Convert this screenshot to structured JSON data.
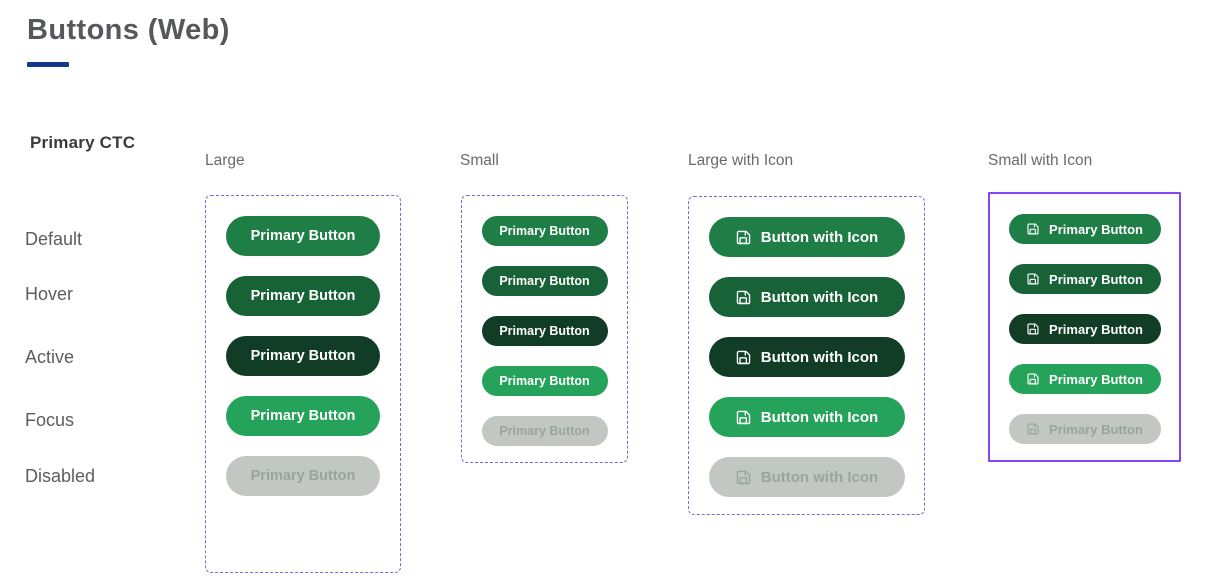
{
  "page": {
    "title": "Buttons (Web)"
  },
  "section": {
    "label": "Primary CTC"
  },
  "rows": [
    "Default",
    "Hover",
    "Active",
    "Focus",
    "Disabled"
  ],
  "columns": [
    {
      "header": "Large",
      "selected": false,
      "buttons": [
        {
          "state": "Default",
          "label": "Primary Button"
        },
        {
          "state": "Hover",
          "label": "Primary Button"
        },
        {
          "state": "Active",
          "label": "Primary Button"
        },
        {
          "state": "Focus",
          "label": "Primary Button"
        },
        {
          "state": "Disabled",
          "label": "Primary Button"
        }
      ]
    },
    {
      "header": "Small",
      "selected": false,
      "buttons": [
        {
          "state": "Default",
          "label": "Primary Button"
        },
        {
          "state": "Hover",
          "label": "Primary Button"
        },
        {
          "state": "Active",
          "label": "Primary Button"
        },
        {
          "state": "Focus",
          "label": "Primary Button"
        },
        {
          "state": "Disabled",
          "label": "Primary Button"
        }
      ]
    },
    {
      "header": "Large with Icon",
      "selected": false,
      "icon": "save-icon",
      "buttons": [
        {
          "state": "Default",
          "label": "Button with Icon"
        },
        {
          "state": "Hover",
          "label": "Button with Icon"
        },
        {
          "state": "Active",
          "label": "Button with Icon"
        },
        {
          "state": "Focus",
          "label": "Button with Icon"
        },
        {
          "state": "Disabled",
          "label": "Button with Icon"
        }
      ]
    },
    {
      "header": "Small with Icon",
      "selected": true,
      "icon": "save-icon",
      "buttons": [
        {
          "state": "Default",
          "label": "Primary Button"
        },
        {
          "state": "Hover",
          "label": "Primary Button"
        },
        {
          "state": "Active",
          "label": "Primary Button"
        },
        {
          "state": "Focus",
          "label": "Primary Button"
        },
        {
          "state": "Disabled",
          "label": "Primary Button"
        }
      ]
    }
  ],
  "states": {
    "default": {
      "bg": "#1E7E46",
      "fg": "#FFFFFF"
    },
    "hover": {
      "bg": "#186238",
      "fg": "#FFFFFF"
    },
    "active": {
      "bg": "#113D26",
      "fg": "#FFFFFF"
    },
    "focus": {
      "bg": "#26A35A",
      "fg": "#FFFFFF"
    },
    "disabled": {
      "bg": "#C2C7C3",
      "fg": "#9CA39E"
    }
  },
  "colors": {
    "title_underline": "#14388A",
    "frame_border_dashed": "#7B68D8",
    "frame_border_selected": "#8743F7"
  }
}
